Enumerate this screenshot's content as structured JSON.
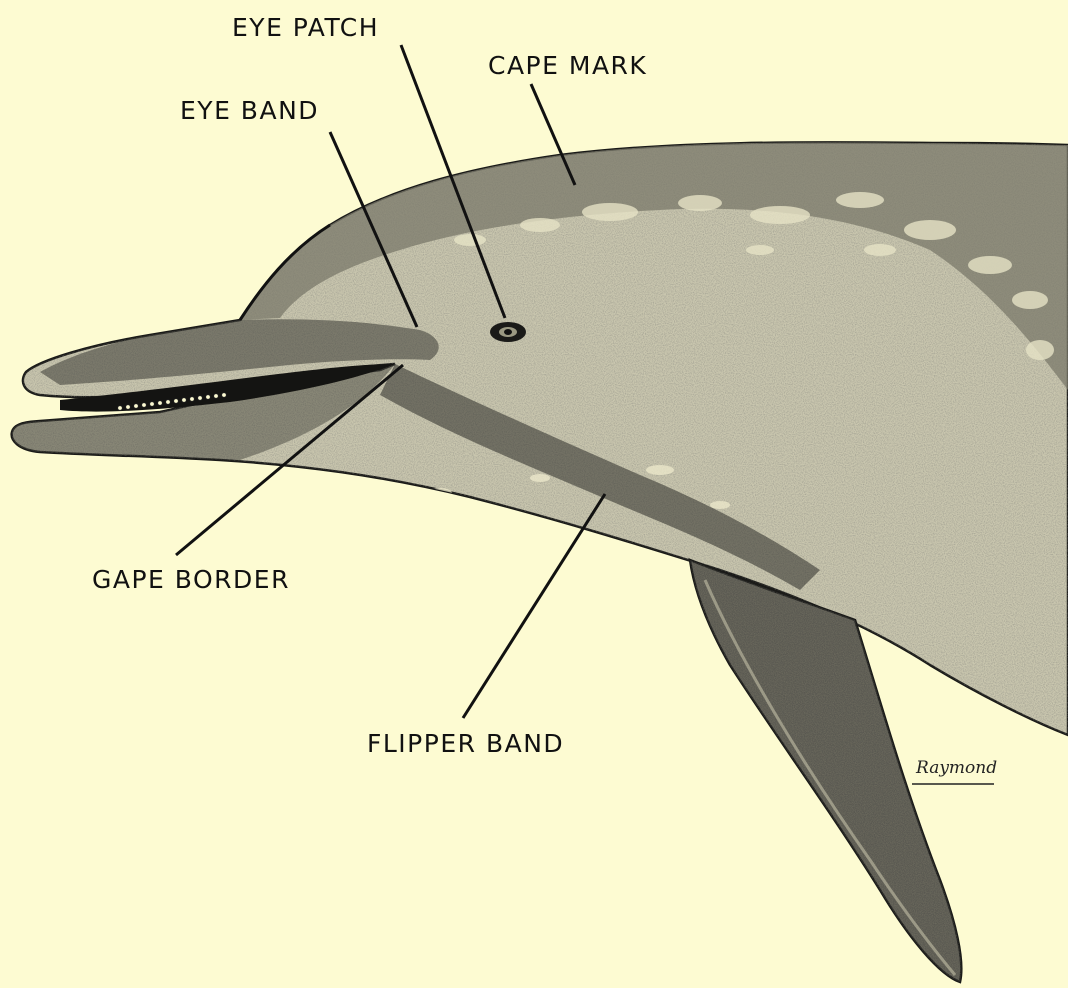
{
  "diagram": {
    "colors": {
      "background": "#fdfbd2",
      "ink": "#111111",
      "body_stipple": "#6e6e64",
      "dark_stipple": "#2b2b28"
    },
    "labels": {
      "eye_patch": "EYE PATCH",
      "cape_mark": "CAPE MARK",
      "eye_band": "EYE BAND",
      "gape_border": "GAPE BORDER",
      "flipper_band": "FLIPPER BAND"
    },
    "signature": "Raymond"
  }
}
